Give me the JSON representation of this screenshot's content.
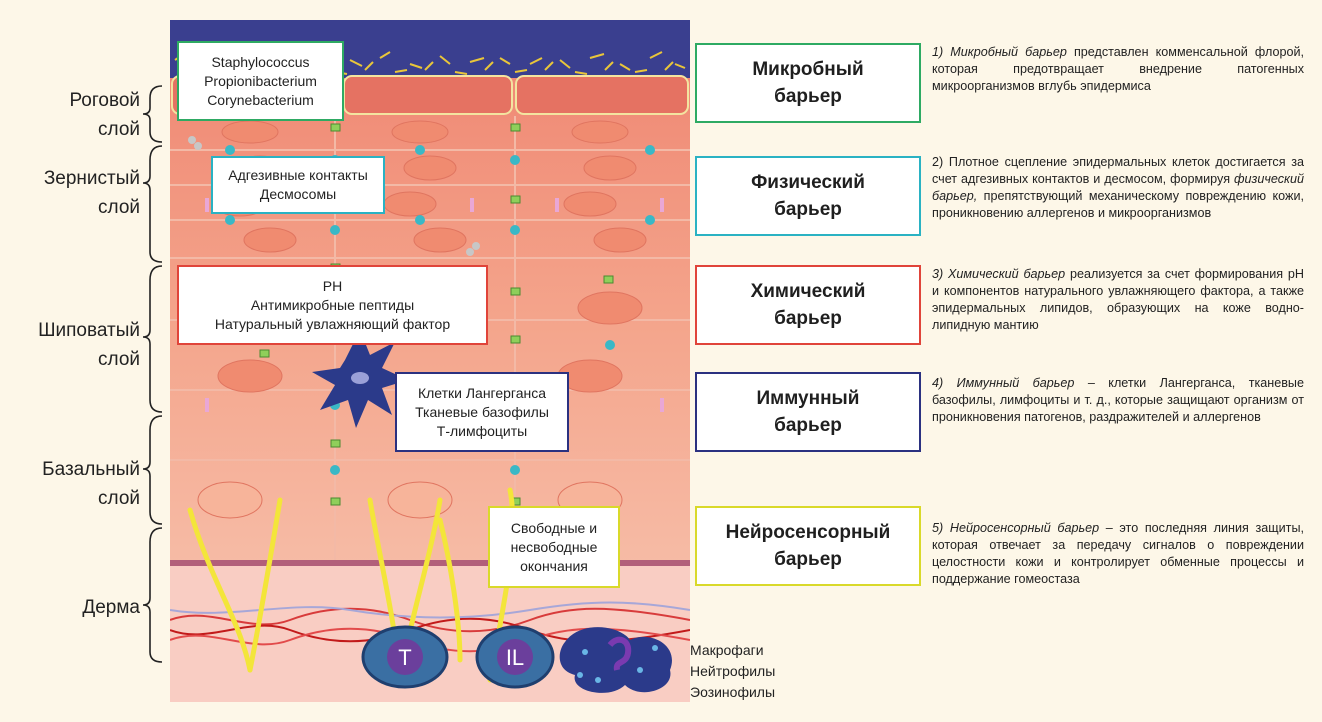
{
  "layers": {
    "stratum_corneum": "Роговой\nслой",
    "stratum_granulosum": "Зернистый\nслой",
    "stratum_spinosum": "Шиповатый\nслой",
    "stratum_basale": "Базальный\nслой",
    "dermis": "Дерма"
  },
  "overlays": {
    "bacteria": "Staphylococcus\nPropionibacterium\nCorynebacterium",
    "junctions": "Адгезивные контакты\nДесмосомы",
    "chemical": "PH\nАнтимикробные пептиды\nНатуральный увлажняющий фактор",
    "immune": "Клетки Лангерганса\nТканевые базофилы\nТ-лимфоциты",
    "nerve": "Свободные и\nнесвободные\nокончания"
  },
  "cell_labels": {
    "t_cell": "T",
    "il_cell": "IL",
    "phagocytes": "Макрофаги\nНейтрофилы\nЭозинофилы"
  },
  "barriers": [
    {
      "title": "Микробный\nбарьер",
      "color": "#2eaa63"
    },
    {
      "title": "Физический\nбарьер",
      "color": "#2ab2c3"
    },
    {
      "title": "Химический\nбарьер",
      "color": "#e0443a"
    },
    {
      "title": "Иммунный\nбарьер",
      "color": "#2b3180"
    },
    {
      "title": "Нейросенсорный\nбарьер",
      "color": "#d9d92a"
    }
  ],
  "descriptions": {
    "d1_em": "1) Микробный барьер",
    "d1_rest": " представлен комменсальной флорой, которая предотвращает внедрение патогенных микроорганизмов вглубь эпидермиса",
    "d2_start": "2) Плотное сцепление эпидермальных клеток достигается за счет адгезивных контактов и десмосом, формируя ",
    "d2_em": "физический барьер,",
    "d2_rest": " препятствующий механическому повреждению кожи, проникновению аллергенов и микроорганизмов",
    "d3_em": "3) Химический барьер",
    "d3_rest": " реализуется за счет формирования pH и компонентов натурального увлажняющего фактора, а также эпидермальных липидов, образующих на коже водно-липидную мантию",
    "d4_em": "4) Иммунный барьер",
    "d4_rest": " – клетки Лангерганса, тканевые базофилы, лимфоциты и т. д., которые защищают организм от проникновения патогенов, раздражителей и аллергенов",
    "d5_em": "5) Нейросенсорный барьер",
    "d5_rest": " – это последняя линия защиты, которая отвечает за передачу сигналов о повреждении целостности кожи и контролирует обменные процессы и поддержание гомеостаза"
  },
  "colors": {
    "background": "#fdf7e8",
    "epidermis_top": "#f08a78",
    "epidermis_bottom": "#f7c1ae",
    "dermis": "#f9c9c2",
    "nerve": "#f3e53a",
    "immune_cell": "#2b3a8a",
    "cell_nucleus": "#f6a588"
  }
}
